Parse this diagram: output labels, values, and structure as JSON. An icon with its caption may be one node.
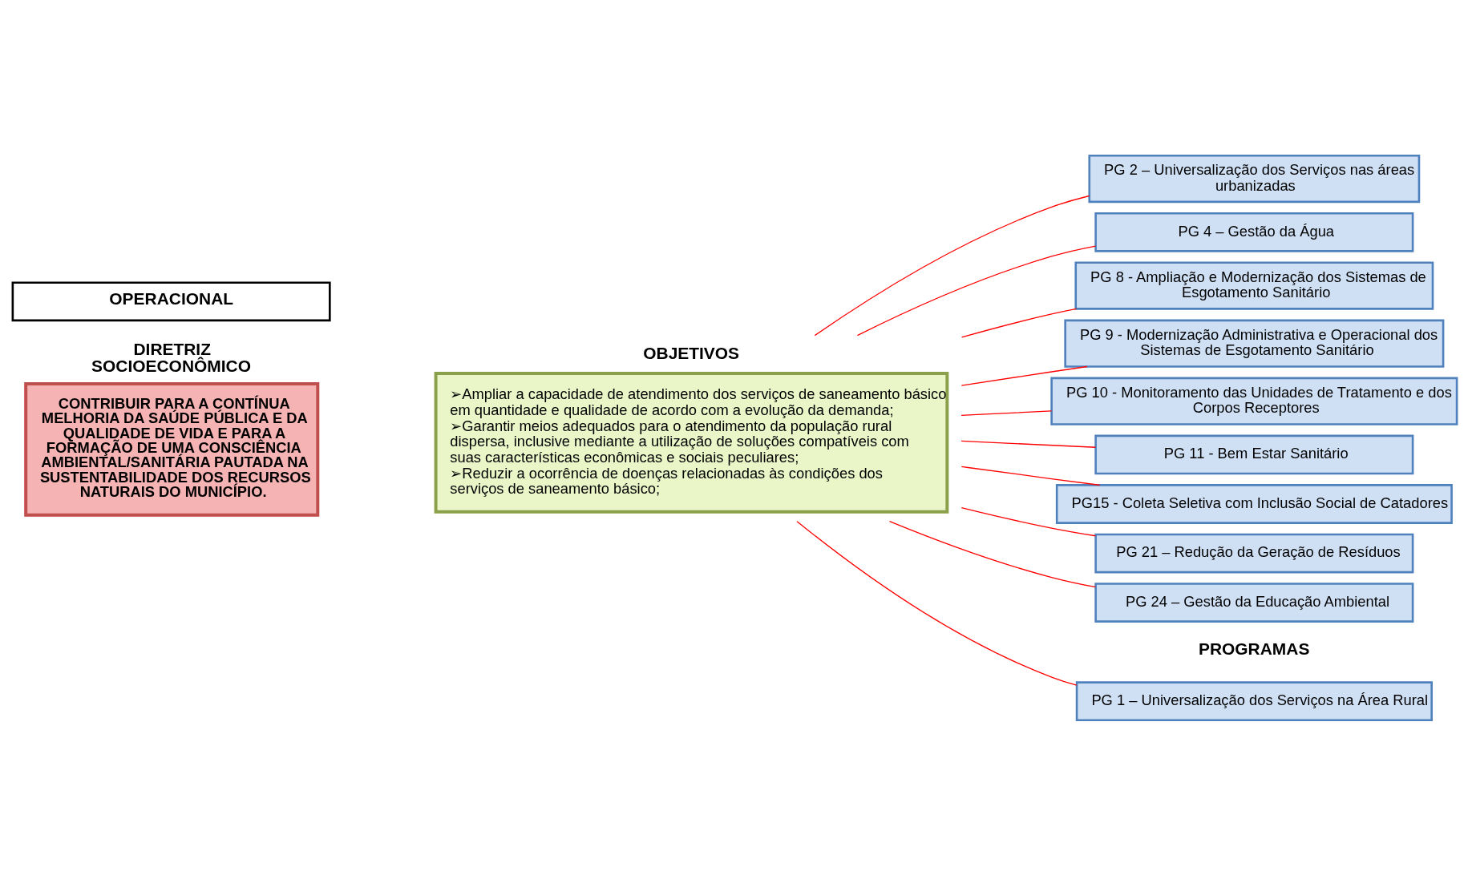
{
  "diagram": {
    "nodes": [
      {
        "text": [
          "DIRETRIZ SOCIOECONÔMICO",
          "CONTRIBUIR PARA A CONTÍNUA MELHORIA DA SAÚDE PÚBLICA E DA QUALIDADE DE VIDA E PARA A FORMAÇÃO DE UMA CONSCIÊNCIA AMBIENTAL/SANITÁRIA PAUTADA NA SUSTENTABILIDADE DOS RECURSOS NATURAIS DO MUNICÍPIO."
        ]
      },
      {
        "text": [
          "OBJETIVOS",
          "➢Ampliar a capacidade de atendimento dos serviços de saneamento básico em quantidade e qualidade de acordo com a evolução da demanda;",
          "➢Garantir meios adequados para o atendimento da população rural dispersa, inclusive mediante a utilização de soluções compatíveis com suas características econômicas e sociais peculiares;",
          "➢Reduzir a ocorrência de doenças relacionadas às condições dos serviços de saneamento básico;"
        ]
      },
      {
        "text": [
          "PG 1 – Universalização dos Serviços na Área Rural"
        ]
      },
      {
        "text": [
          "PG 2 – Universalização dos Serviços nas áreas urbanizadas"
        ]
      },
      {
        "text": [
          "PG 4 – Gestão da Água"
        ]
      },
      {
        "text": [
          "PG 8 - Ampliação e Modernização dos Sistemas de Esgotamento Sanitário"
        ]
      },
      {
        "text": [
          "PG 9 - Modernização Administrativa e Operacional dos Sistemas de Esgotamento Sanitário"
        ]
      },
      {
        "text": [
          "PG 10 - Monitoramento das Unidades de Tratamento e dos Corpos Receptores"
        ]
      },
      {
        "text": [
          "PG 11 - Bem Estar Sanitário"
        ]
      },
      {
        "text": [
          "PG15 - Coleta Seletiva com Inclusão Social de Catadores"
        ]
      },
      {
        "text": [
          "PG 21 – Redução da Geração de Resíduos"
        ]
      },
      {
        "text": [
          "PG 24 – Gestão da Educação Ambiental"
        ]
      },
      {
        "text": [
          "OPERACIONAL"
        ]
      }
    ],
    "edges": [
      {
        "from": 1,
        "to": 2,
        "arrow": "none"
      },
      {
        "from": 1,
        "to": 3,
        "arrow": "none"
      },
      {
        "from": 1,
        "to": 4,
        "arrow": "none"
      },
      {
        "from": 1,
        "to": 5,
        "arrow": "none"
      },
      {
        "from": 1,
        "to": 6,
        "arrow": "none"
      },
      {
        "from": 1,
        "to": 7,
        "arrow": "none"
      },
      {
        "from": 1,
        "to": 8,
        "arrow": "none"
      },
      {
        "from": 1,
        "to": 9,
        "arrow": "none"
      },
      {
        "from": 1,
        "to": 10,
        "arrow": "none"
      },
      {
        "from": 1,
        "to": 11,
        "arrow": "none"
      }
    ],
    "labels": [
      "PROGRAMAS"
    ]
  }
}
